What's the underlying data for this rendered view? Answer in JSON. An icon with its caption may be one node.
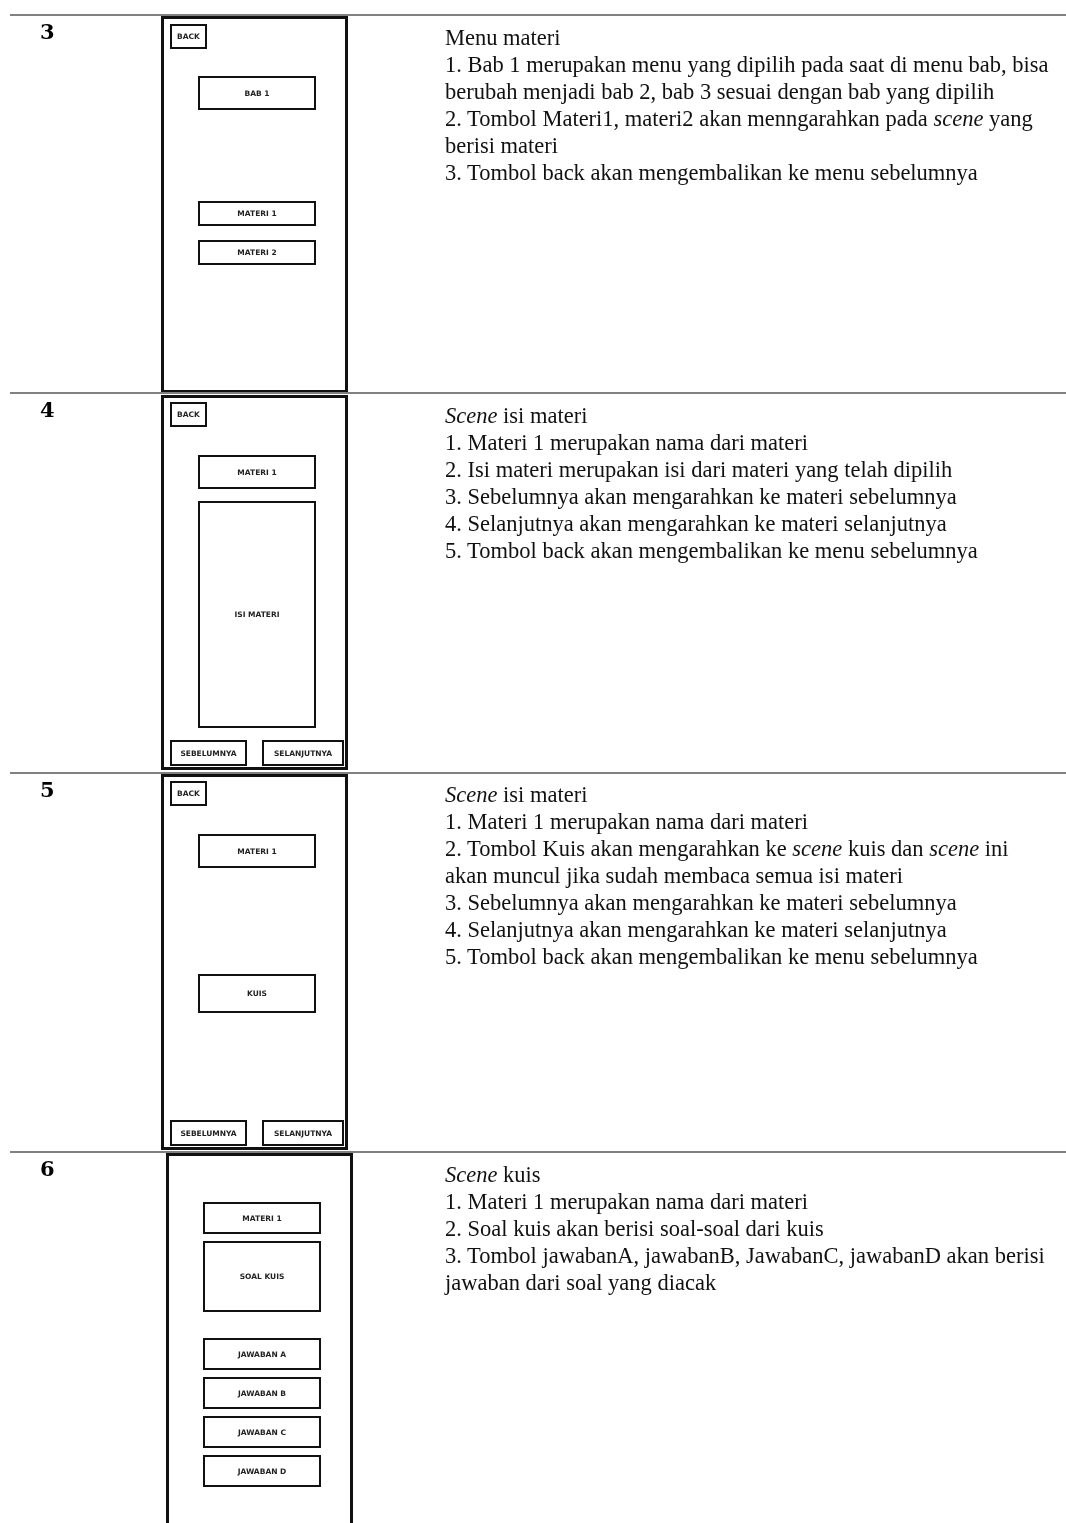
{
  "diagram": {
    "nodes": [
      {
        "text": [],
        "shape": "box"
      },
      {
        "text": [
          "BACK"
        ],
        "in": 0
      },
      {
        "text": [
          "BAB 1"
        ],
        "in": 0
      },
      {
        "text": [
          "MATERI 1"
        ],
        "in": 0
      },
      {
        "text": [
          "MATERI 2"
        ],
        "in": 0
      },
      {
        "text": [],
        "shape": "box"
      },
      {
        "text": [
          "BACK"
        ],
        "in": 5
      },
      {
        "text": [
          "MATERI 1"
        ],
        "in": 5
      },
      {
        "text": [
          "ISI MATERI"
        ],
        "in": 5
      },
      {
        "text": [
          "SEBELUMNYA"
        ],
        "in": 5
      },
      {
        "text": [
          "SELANJUTNYA"
        ],
        "in": 5
      },
      {
        "text": [],
        "shape": "box"
      },
      {
        "text": [
          "BACK"
        ],
        "in": 11
      },
      {
        "text": [
          "MATERI 1"
        ],
        "in": 11
      },
      {
        "text": [
          "KUIS"
        ],
        "in": 11
      },
      {
        "text": [
          "SEBELUMNYA"
        ],
        "in": 11
      },
      {
        "text": [
          "SELANJUTNYA"
        ],
        "in": 11
      },
      {
        "text": [],
        "shape": "box"
      },
      {
        "text": [
          "MATERI 1"
        ],
        "in": 17
      },
      {
        "text": [
          "SOAL KUIS"
        ],
        "in": 17
      },
      {
        "text": [
          "JAWABAN A"
        ],
        "in": 17
      },
      {
        "text": [
          "JAWABAN B"
        ],
        "in": 17
      },
      {
        "text": [
          "JAWABAN C"
        ],
        "in": 17
      },
      {
        "text": [
          "JAWABAN D"
        ],
        "in": 17
      }
    ],
    "labels": [
      "3",
      "Menu materi",
      "1. Bab 1 merupakan menu yang dipilih pada saat di menu bab, bisa berubah menjadi bab 2, bab 3 sesuai dengan bab yang dipilih",
      "2. Tombol Materi1, materi2 akan menngarahkan pada *scene* yang berisi materi",
      "3. Tombol back akan mengembalikan ke menu sebelumnya",
      "4",
      "*Scene* isi materi",
      "1. Materi 1 merupakan nama dari materi",
      "2. Isi materi merupakan isi dari materi yang telah dipilih",
      "3. Sebelumnya akan mengarahkan ke materi sebelumnya",
      "4. Selanjutnya  akan mengarahkan ke materi selanjutnya",
      "5. Tombol back akan mengembalikan ke menu sebelumnya",
      "5",
      "*Scene* isi materi",
      "1. Materi 1 merupakan nama dari materi",
      "2. Tombol Kuis akan mengarahkan ke *scene* kuis dan *scene* ini akan muncul jika sudah membaca semua isi materi",
      "3. Sebelumnya akan mengarahkan ke materi sebelumnya",
      "4. Selanjutnya  akan mengarahkan ke materi selanjutnya",
      "5. Tombol back akan mengembalikan ke menu sebelumnya",
      "6",
      "*Scene* kuis",
      "1. Materi 1 merupakan nama dari materi",
      "2. Soal kuis akan berisi soal-soal dari kuis",
      "3. Tombol jawabanA, jawabanB, JawabanC, jawabanD akan berisi jawaban dari soal yang diacak"
    ]
  }
}
